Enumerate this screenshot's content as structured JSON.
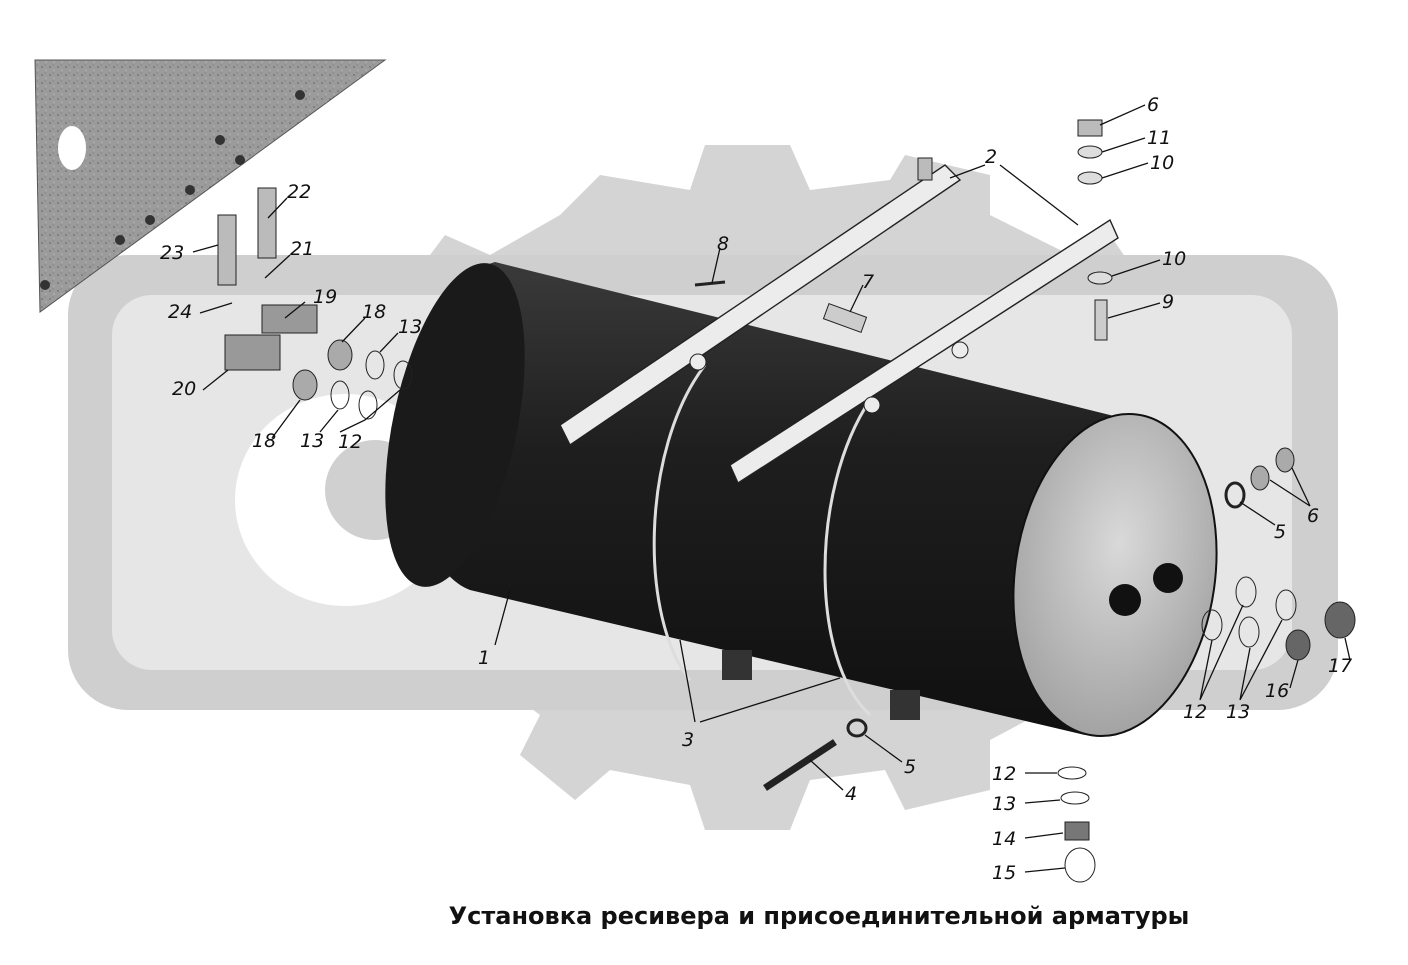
{
  "caption": "Установка ресивера и присоединительной арматуры",
  "watermark": "МАЗ logo (gear watermark)",
  "callouts": [
    {
      "id": "c1",
      "label": "1"
    },
    {
      "id": "c2",
      "label": "2"
    },
    {
      "id": "c3",
      "label": "3"
    },
    {
      "id": "c4",
      "label": "4"
    },
    {
      "id": "c5a",
      "label": "5"
    },
    {
      "id": "c5b",
      "label": "5"
    },
    {
      "id": "c6a",
      "label": "6"
    },
    {
      "id": "c6b",
      "label": "6"
    },
    {
      "id": "c7",
      "label": "7"
    },
    {
      "id": "c8",
      "label": "8"
    },
    {
      "id": "c9",
      "label": "9"
    },
    {
      "id": "c10a",
      "label": "10"
    },
    {
      "id": "c10b",
      "label": "10"
    },
    {
      "id": "c11",
      "label": "11"
    },
    {
      "id": "c12a",
      "label": "12"
    },
    {
      "id": "c12b",
      "label": "12"
    },
    {
      "id": "c12c",
      "label": "12"
    },
    {
      "id": "c13a",
      "label": "13"
    },
    {
      "id": "c13b",
      "label": "13"
    },
    {
      "id": "c13c",
      "label": "13"
    },
    {
      "id": "c13d",
      "label": "13"
    },
    {
      "id": "c14",
      "label": "14"
    },
    {
      "id": "c15",
      "label": "15"
    },
    {
      "id": "c16",
      "label": "16"
    },
    {
      "id": "c17",
      "label": "17"
    },
    {
      "id": "c18a",
      "label": "18"
    },
    {
      "id": "c18b",
      "label": "18"
    },
    {
      "id": "c19",
      "label": "19"
    },
    {
      "id": "c20",
      "label": "20"
    },
    {
      "id": "c21",
      "label": "21"
    },
    {
      "id": "c22",
      "label": "22"
    },
    {
      "id": "c23",
      "label": "23"
    },
    {
      "id": "c24",
      "label": "24"
    }
  ],
  "colors": {
    "tank": "#1c1c1c",
    "watermark": "#d2d2d2",
    "bracket": "#e9e9e9",
    "endcap": "#c8c8c8"
  }
}
